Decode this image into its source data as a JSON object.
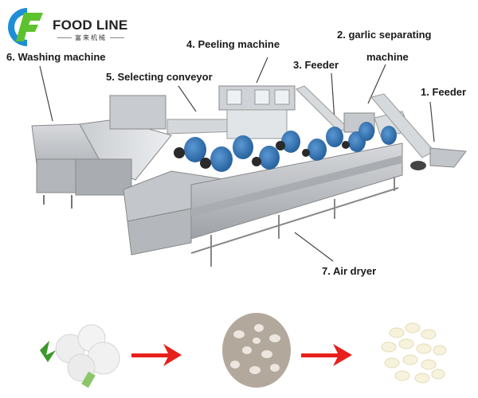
{
  "logo": {
    "brand_name": "FOOD LINE",
    "brand_subtitle": "富来机械",
    "colors": {
      "blue": "#1e8fd6",
      "green": "#5cc22e"
    }
  },
  "machine_labels": [
    {
      "id": 1,
      "text": "1. Feeder"
    },
    {
      "id": 2,
      "text": "2. garlic separating",
      "text_line2": "machine"
    },
    {
      "id": 3,
      "text": "3. Feeder"
    },
    {
      "id": 4,
      "text": "4. Peeling machine"
    },
    {
      "id": 5,
      "text": "5. Selecting conveyor"
    },
    {
      "id": 6,
      "text": "6. Washing machine"
    },
    {
      "id": 7,
      "text": "7. Air dryer"
    }
  ],
  "process_flow": {
    "steps": [
      {
        "name": "garlic-bulb",
        "description": "Whole garlic bulbs"
      },
      {
        "name": "separated-cloves",
        "description": "Separated garlic cloves with skin"
      },
      {
        "name": "peeled-cloves",
        "description": "Peeled garlic cloves"
      }
    ],
    "arrow_color": "#e8201c"
  },
  "colors": {
    "machine_steel": "#b9bcc0",
    "fan_blue": "#2f6fb0"
  }
}
